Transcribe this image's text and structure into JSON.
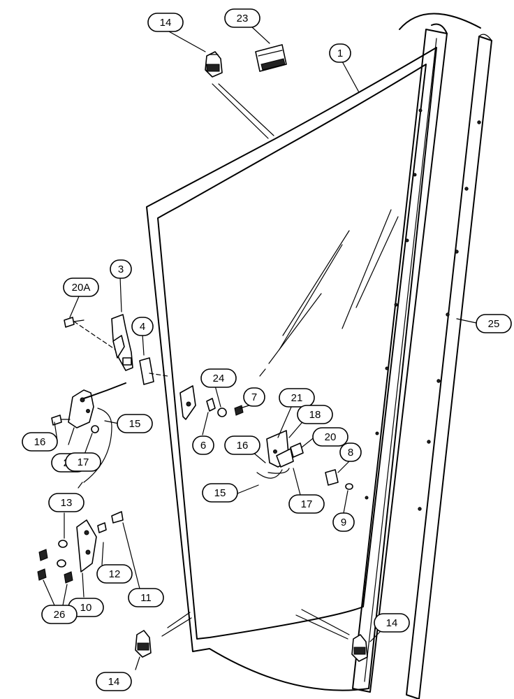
{
  "callouts": {
    "c1": "1",
    "c3": "3",
    "c4": "4",
    "c6": "6",
    "c7": "7",
    "c8": "8",
    "c9": "9",
    "c10": "10",
    "c11": "11",
    "c12": "12",
    "c13": "13",
    "c14a": "14",
    "c14b": "14",
    "c14c": "14",
    "c15a": "15",
    "c15b": "15",
    "c16a": "16",
    "c16b": "16",
    "c17a": "17",
    "c17b": "17",
    "c18": "18",
    "c20": "20",
    "c20A": "20A",
    "c21": "21",
    "c22": "22",
    "c23": "23",
    "c24": "24",
    "c25": "25",
    "c26": "26"
  }
}
